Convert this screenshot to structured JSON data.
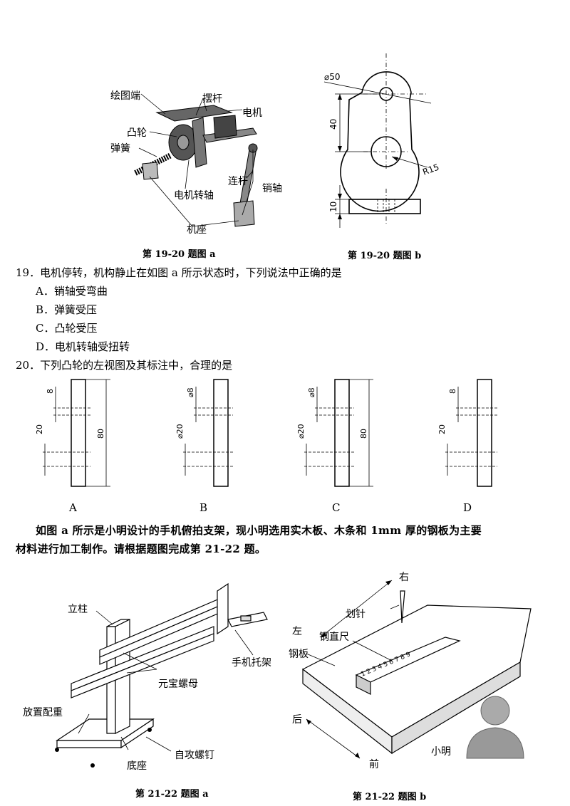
{
  "fig_a_1920": {
    "labels": {
      "draw_end": "绘图端",
      "swing_rod": "摆杆",
      "motor": "电机",
      "cam": "凸轮",
      "spring": "弹簧",
      "connecting_rod": "连杆",
      "pin": "销轴",
      "motor_shaft": "电机转轴",
      "base": "机座"
    },
    "caption": "第 19-20 题图 a"
  },
  "fig_b_1920": {
    "dim_phi50": "⌀50",
    "dim_40": "40",
    "dim_r15": "R15",
    "dim_10": "10",
    "caption": "第 19-20 题图 b"
  },
  "q19": {
    "stem": "19．电机停转，机构静止在如图 a 所示状态时，下列说法中正确的是",
    "options": [
      "A．销轴受弯曲",
      "B．弹簧受压",
      "C．凸轮受压",
      "D．电机转轴受扭转"
    ]
  },
  "q20": {
    "stem": "20．下列凸轮的左视图及其标注中，合理的是",
    "views": [
      {
        "letter": "A",
        "d1": "8",
        "d2": "20",
        "d3": "80"
      },
      {
        "letter": "B",
        "d1": "⌀8",
        "d2": "⌀20",
        "d3": ""
      },
      {
        "letter": "C",
        "d1": "⌀8",
        "d2": "⌀20",
        "d3": "80"
      },
      {
        "letter": "D",
        "d1": "8",
        "d2": "20",
        "d3": ""
      }
    ]
  },
  "intro": {
    "line1": "如图 a 所示是小明设计的手机俯拍支架，现小明选用实木板、木条和 1mm 厚的钢板为主要",
    "line2": "材料进行加工制作。请根据题图完成第 21-22 题。"
  },
  "fig_a_2122": {
    "labels": {
      "column": "立柱",
      "wing_nut": "元宝螺母",
      "phone_holder": "手机托架",
      "counterweight": "放置配重",
      "self_tap_screw": "自攻螺钉",
      "base": "底座"
    },
    "caption": "第 21-22 题图 a"
  },
  "fig_b_2122": {
    "labels": {
      "right": "右",
      "scriber": "划针",
      "left": "左",
      "steel_ruler": "钢直尺",
      "steel_plate": "钢板",
      "back": "后",
      "front": "前",
      "xiaoming": "小明"
    },
    "ruler_ticks": "1 2 3 4 5 6 7 8 9",
    "caption": "第 21-22 题图 b"
  }
}
